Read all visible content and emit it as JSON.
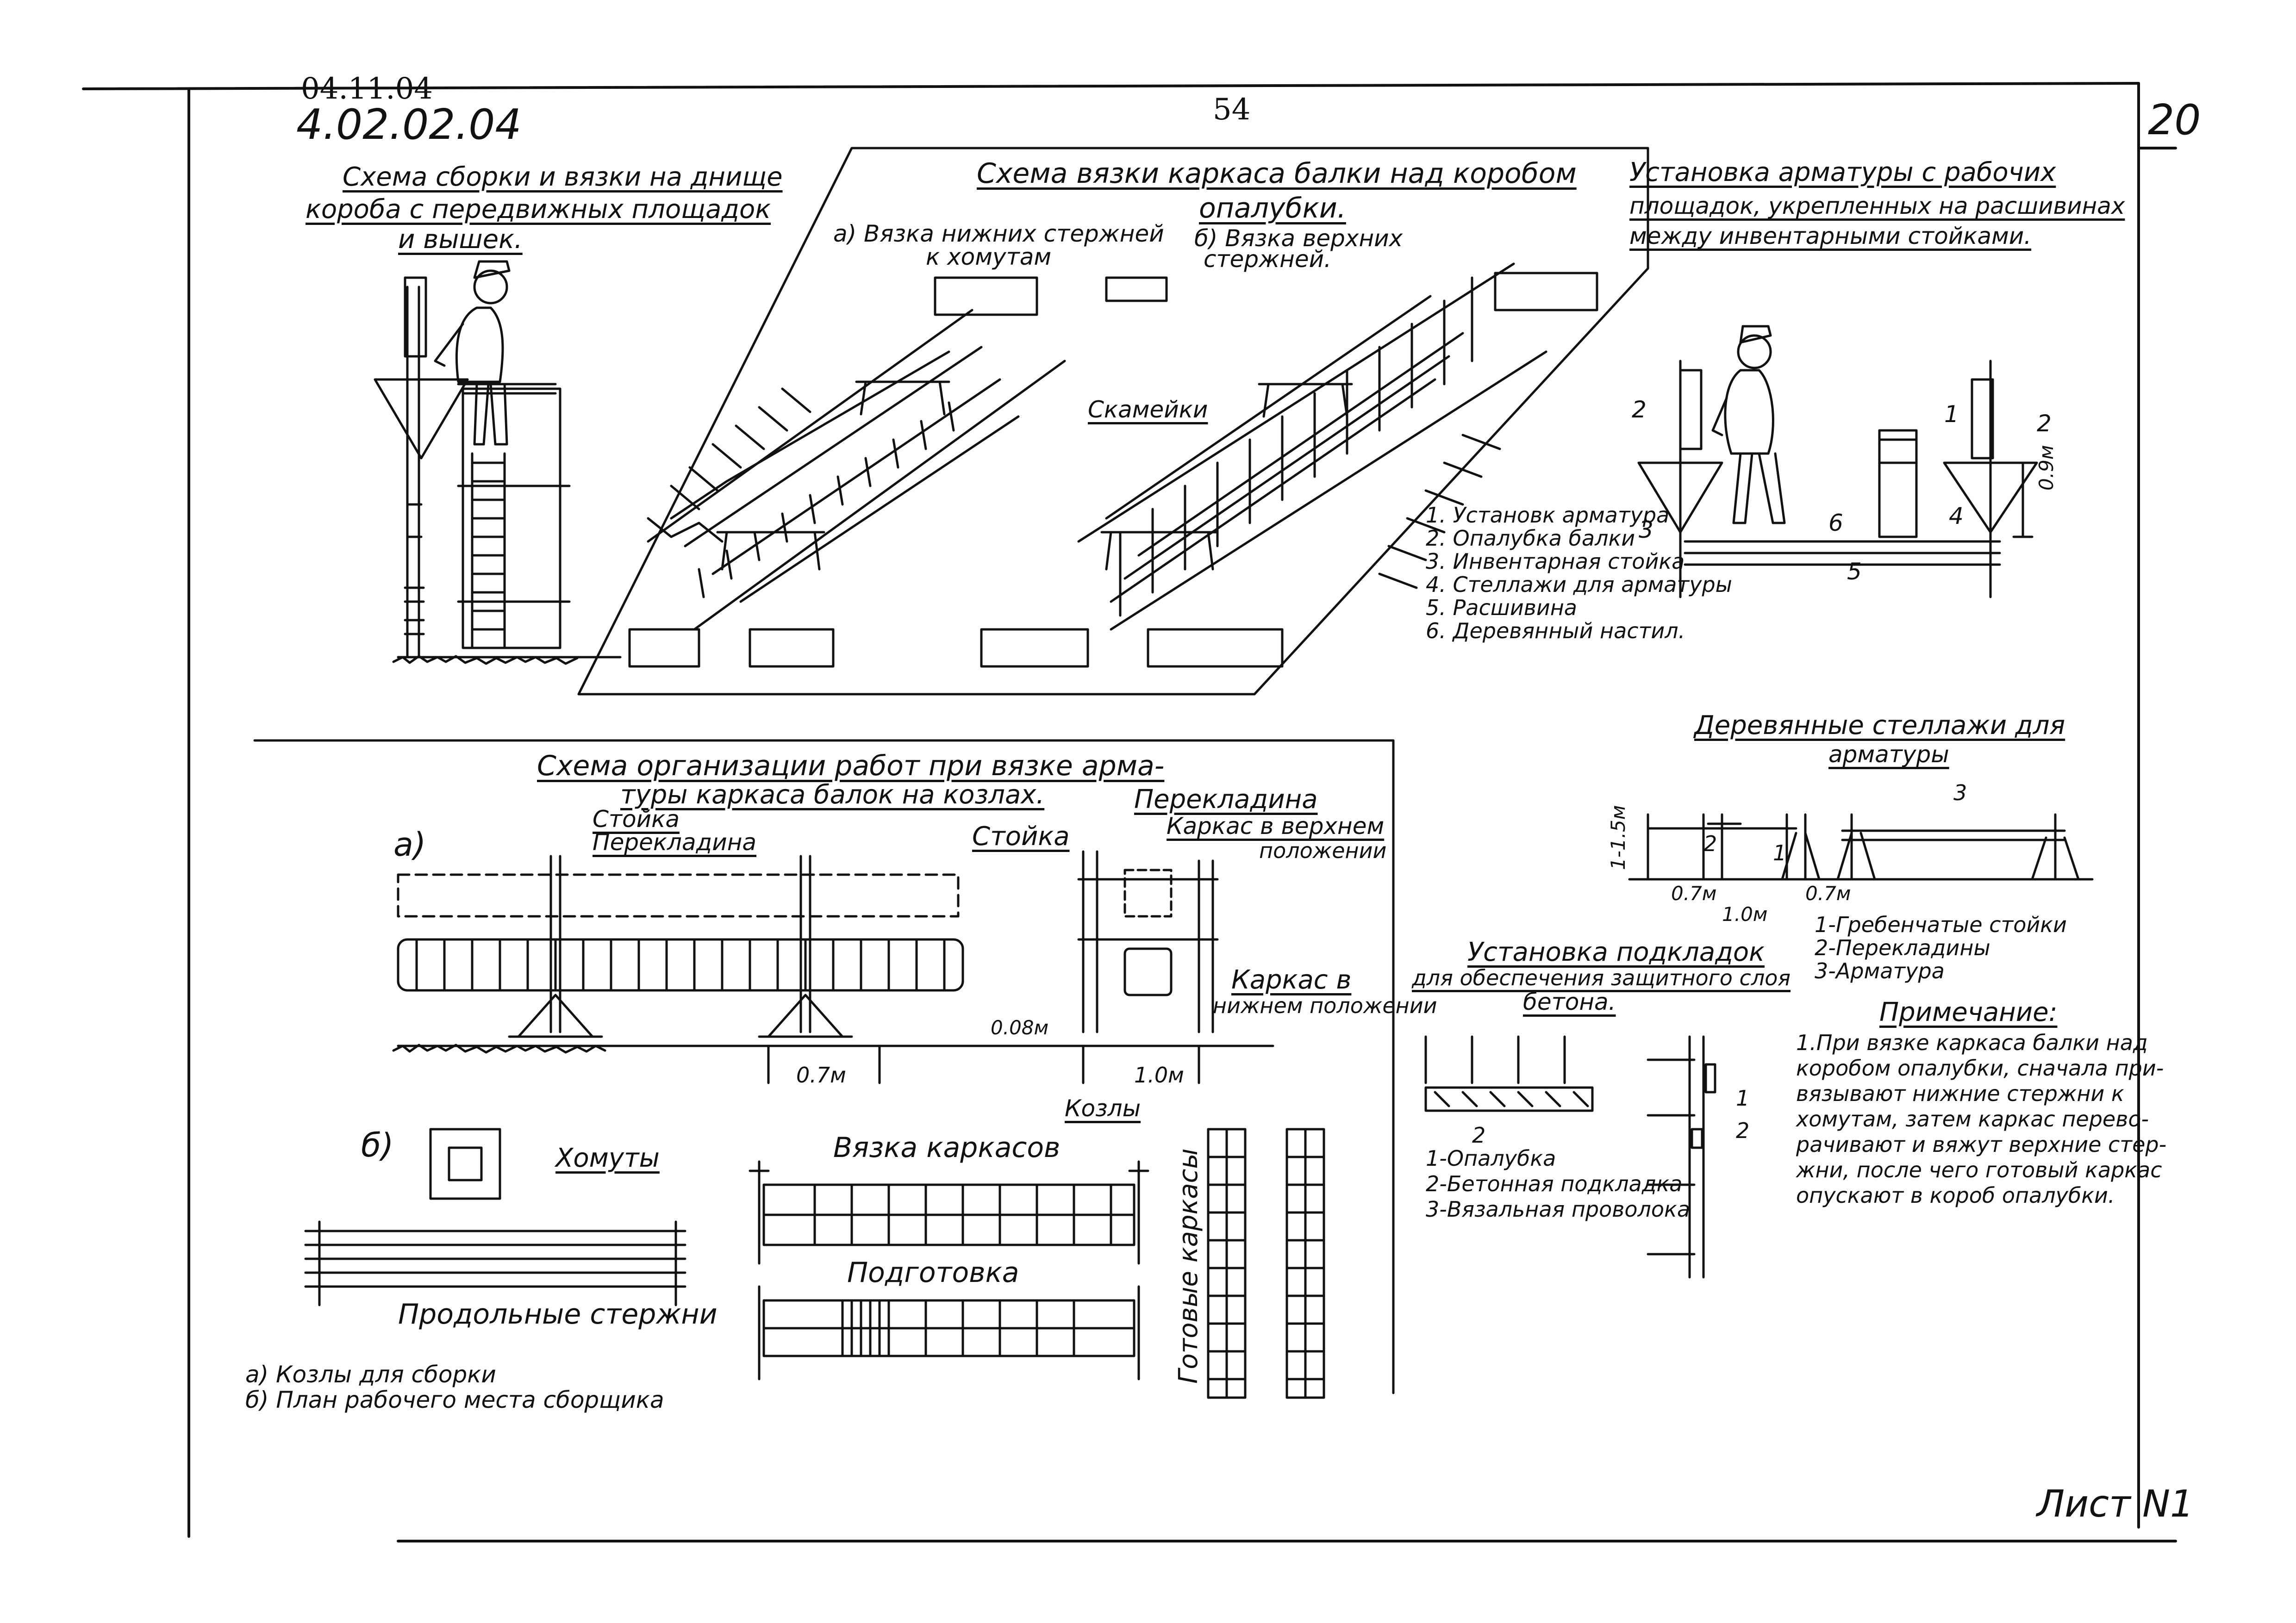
{
  "header": {
    "doc_code_old": "04.11.04",
    "doc_code": "4.02.02.04",
    "page_number": "54",
    "sheet_number": "20"
  },
  "panel_podium": {
    "title_lines": [
      "Схема сборки и вязки на днище",
      "короба с передвижных площадок",
      "и вышек."
    ]
  },
  "panel_frame": {
    "title_lines": [
      "Схема вязки каркаса балки над коробом",
      "опалубки."
    ],
    "label_a_lines": [
      "а) Вязка нижних стержней",
      "к хомутам"
    ],
    "label_b_lines": [
      "б) Вязка верхних",
      "стержней."
    ],
    "bench_label": "Скамейки"
  },
  "panel_install": {
    "title_lines": [
      "Установка арматуры с рабочих",
      "площадок, укрепленных на расшивинах",
      "между инвентарными стойками."
    ],
    "callouts": [
      "1",
      "2",
      "3",
      "4",
      "5",
      "6"
    ],
    "dimension": "0.9м",
    "legend": [
      "1. Установк арматура",
      "2. Опалубка балки",
      "3. Инвентарная стойка",
      "4. Стеллажи для арматуры",
      "5. Расшивина",
      "6. Деревянный настил."
    ]
  },
  "panel_racks": {
    "title_lines": [
      "Деревянные стеллажи для",
      "арматуры"
    ],
    "dims": [
      "1-1.5м",
      "0.7м",
      "1.0м",
      "0.7м"
    ],
    "callouts": [
      "1",
      "2",
      "3"
    ],
    "legend": [
      "1-Гребенчатые стойки",
      "2-Перекладины",
      "3-Арматура"
    ]
  },
  "panel_organization": {
    "title_lines": [
      "Схема организации работ при вязке арма-",
      "туры каркаса балок на козлах."
    ],
    "label_a": "а)",
    "label_b": "б)",
    "post_label": "Стойка",
    "crossbar_label": "Перекладина",
    "post_label_side": "Стойка",
    "crossbar_label_side": "Перекладина",
    "frame_upper_lines": [
      "Каркас в верхнем",
      "положении"
    ],
    "frame_lower_lines": [
      "Каркас в",
      "нижнем положении"
    ],
    "dim_height": "0.08м",
    "dim_span": "0.7м",
    "dim_side": "1.0м",
    "stirrups_label": "Хомуты",
    "trestles_label": "Козлы",
    "tying_label": "Вязка каркасов",
    "prep_label": "Подготовка",
    "rods_label": "Продольные стержни",
    "finished_label": "Готовые каркасы",
    "notes": [
      "а) Козлы для сборки",
      "б) План рабочего места сборщика"
    ]
  },
  "panel_spacers": {
    "title_lines": [
      "Установка подкладок",
      "для обеспечения защитного слоя",
      "бетона."
    ],
    "callouts": [
      "2",
      "1",
      "2"
    ],
    "legend": [
      "1-Опалубка",
      "2-Бетонная подкладка",
      "3-Вязальная проволока"
    ]
  },
  "note": {
    "title": "Примечание:",
    "lines": [
      "1.При вязке каркаса балки над",
      "коробом опалубки, сначала при-",
      "вязывают нижние стержни к",
      "хомутам, затем каркас перево-",
      "рачивают и вяжут верхние стер-",
      "жни, после чего готовый каркас",
      "опускают в короб опалубки."
    ]
  },
  "footer": {
    "sheet_label": "Лист N1"
  }
}
